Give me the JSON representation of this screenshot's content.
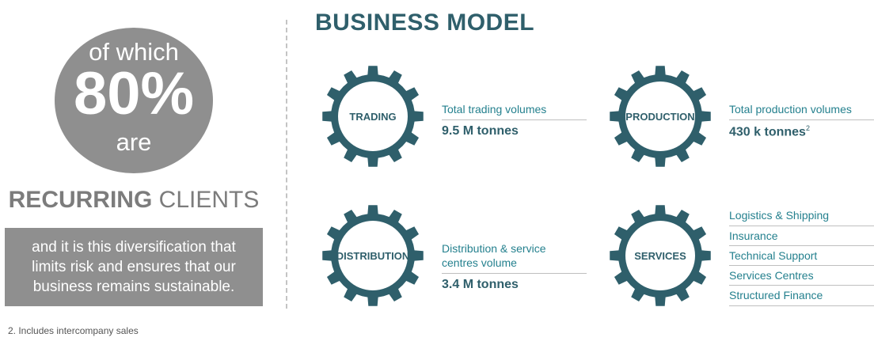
{
  "left": {
    "circle": {
      "line1": "of which",
      "percent": "80%",
      "line3": "are"
    },
    "recurring": {
      "bold": "RECURRING",
      "light": "CLIENTS"
    },
    "box_lines": [
      "and it is this diversification that",
      "limits risk and ensures that our",
      "business remains sustainable."
    ],
    "footnote": "2. Includes intercompany sales"
  },
  "title": "BUSINESS MODEL",
  "colors": {
    "teal_dark": "#2f5f6b",
    "teal_text": "#24808e",
    "grey": "#8f8f8f"
  },
  "trading": {
    "gear_label": "TRADING",
    "label": "Total trading volumes",
    "value": "9.5 M tonnes"
  },
  "production": {
    "gear_label": "PRODUCTION",
    "label": "Total production volumes",
    "value": "430 k tonnes",
    "value_sup": "2"
  },
  "distribution": {
    "gear_label": "DISTRIBUTION",
    "label_line1": "Distribution & service",
    "label_line2": "centres volume",
    "value": "3.4 M tonnes"
  },
  "services": {
    "gear_label": "SERVICES",
    "items": [
      "Logistics & Shipping",
      "Insurance",
      "Technical Support",
      "Services Centres",
      "Structured Finance"
    ]
  }
}
